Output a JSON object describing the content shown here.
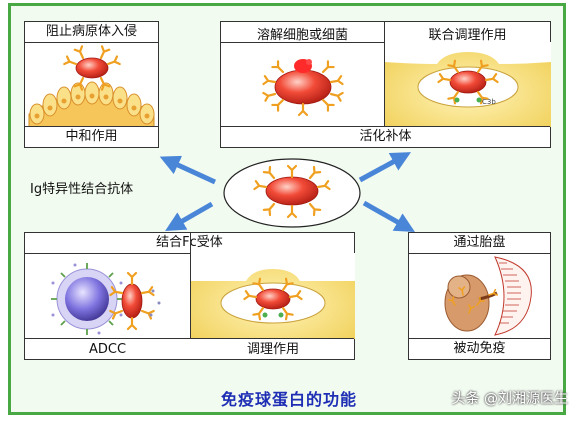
{
  "panels": {
    "neutralize": {
      "top": "阻止病原体入侵",
      "bottom": "中和作用"
    },
    "complement": {
      "lyse": "溶解细胞或细菌",
      "opsonize": "联合调理作用",
      "bottom": "活化补体",
      "c3b_label": "C3b"
    },
    "fc_receptor": {
      "top": "结合Fc受体",
      "left_bottom": "ADCC",
      "right_bottom": "调理作用"
    },
    "placenta": {
      "top": "通过胎盘",
      "bottom": "被动免疫"
    }
  },
  "center_label": "Ig特异性结合抗体",
  "footer_title": "免疫球蛋白的功能",
  "watermark": "头条 @刘湘源医生",
  "colors": {
    "frame_border": "#48a843",
    "frame_bg": "#f2fbf0",
    "arrow": "#4a86d8",
    "antibody": "#f0a020",
    "cell_red": "#e8382a",
    "membrane_yellow": "#f5d76e",
    "title_blue": "#1f2fb5"
  }
}
